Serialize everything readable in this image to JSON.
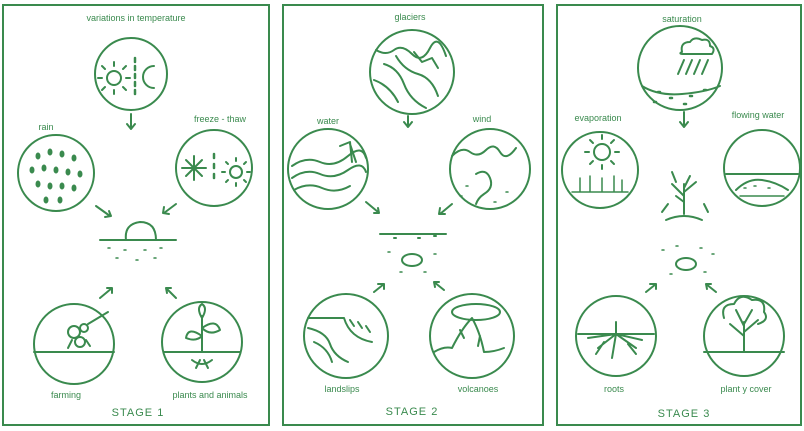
{
  "theme": {
    "ink": "#3a8a4e",
    "paper": "#ffffff"
  },
  "stages": [
    {
      "stage_label": "STAGE 1",
      "labels": {
        "top": "variations in temperature",
        "left": "rain",
        "right": "freeze - thaw",
        "bottom_left": "farming",
        "bottom_right": "plants and animals"
      }
    },
    {
      "stage_label": "STAGE 2",
      "labels": {
        "top": "glaciers",
        "left": "water",
        "right": "wind",
        "bottom_left": "landslips",
        "bottom_right": "volcanoes"
      }
    },
    {
      "stage_label": "STAGE 3",
      "labels": {
        "top": "saturation",
        "left": "evaporation",
        "right": "flowing water",
        "bottom_left": "roots",
        "bottom_right": "plant y cover"
      }
    }
  ],
  "icons": [
    "sun-icon",
    "moon-icon",
    "raindrops-icon",
    "snowflake-icon",
    "rock-icon",
    "tractor-icon",
    "plant-icon",
    "glacier-icon",
    "waves-icon",
    "dune-icon",
    "landslide-icon",
    "volcano-icon",
    "cloud-rain-icon",
    "tree-icon",
    "roots-icon"
  ]
}
